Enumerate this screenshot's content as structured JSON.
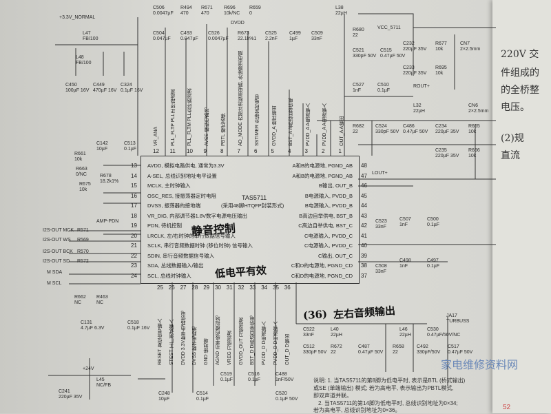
{
  "chip": {
    "name": "TAS5711",
    "package": "(采用48脚HTQFP封装形式)"
  },
  "left_pins": [
    {
      "n": "13",
      "label": "AVDD, 模拟电路供电, 通常为3.3V"
    },
    {
      "n": "14",
      "label": "A-SEL, 总线识别地址电平设置"
    },
    {
      "n": "15",
      "label": "MCLK, 主时钟输入"
    },
    {
      "n": "16",
      "label": "OSC_RES, 接振荡器定时电阻"
    },
    {
      "n": "17",
      "label": "DVSS, 振荡器的接地端"
    },
    {
      "n": "18",
      "label": "VR_DIG, 内部调节器1.8V数字电源电压输出"
    },
    {
      "n": "19",
      "label": "PDN, 待机控制"
    },
    {
      "n": "20",
      "label": "LRCLK, 左/右时钟的串行数据信号输入"
    },
    {
      "n": "21",
      "label": "SCLK, 串行音频数据时钟 (移位时钟) 信号输入"
    },
    {
      "n": "22",
      "label": "SDIN, 串行音频数据信号输入"
    },
    {
      "n": "23",
      "label": "SDA, 总线数据输入/输出"
    },
    {
      "n": "24",
      "label": "SCL, 总线时钟输入"
    }
  ],
  "right_pins": [
    {
      "n": "48",
      "label": "A和B的电源地, PGND_AB"
    },
    {
      "n": "47",
      "label": "A和B的电源地, PGND_AB"
    },
    {
      "n": "46",
      "label": "B输出, OUT_B"
    },
    {
      "n": "45",
      "label": "B电源输入, PVDD_B"
    },
    {
      "n": "44",
      "label": "B电源输入, PVDD_B"
    },
    {
      "n": "43",
      "label": "B高边自举供电, BST_B"
    },
    {
      "n": "42",
      "label": "C高边自举供电, BST_C"
    },
    {
      "n": "41",
      "label": "C电源输入, PVDD_C"
    },
    {
      "n": "40",
      "label": "C电源输入, PVDD_C"
    },
    {
      "n": "39",
      "label": "C输出, OUT_C"
    },
    {
      "n": "38",
      "label": "C和D的电源地, PGND_CD"
    },
    {
      "n": "37",
      "label": "C和D的电源地, PGND_CD"
    }
  ],
  "top_pins": [
    {
      "n": "12",
      "label": "VR_ANA"
    },
    {
      "n": "11",
      "label": "PLL_FLTP  PLL正环路滤波"
    },
    {
      "n": "10",
      "label": "PLL_FLTM  PLL负环路滤波"
    },
    {
      "n": "9",
      "label": "AVSS  模拟电路地"
    },
    {
      "n": "8",
      "label": "PBTL  模式选择"
    },
    {
      "n": "7",
      "label": "AD_MODE  内部过流检测电路, 外接限流电阻"
    },
    {
      "n": "6",
      "label": "SSTIMER  外接定时电容"
    },
    {
      "n": "5",
      "label": "GVDD_A  稳压输出"
    },
    {
      "n": "4",
      "label": "BST_A  A高边自举供电"
    },
    {
      "n": "3",
      "label": "PVDD_A  A电源输入"
    },
    {
      "n": "2",
      "label": "PVDD_A  A电源输入"
    },
    {
      "n": "1",
      "label": "OUT_A  A输出"
    }
  ],
  "bottom_pins": [
    {
      "n": "25",
      "label": "RESET  复位信号输入"
    },
    {
      "n": "26",
      "label": "STEST  工厂测试输入"
    },
    {
      "n": "27",
      "label": "DVDD  3.3V数字电路供电"
    },
    {
      "n": "28",
      "label": "DVSS  数字电路地"
    },
    {
      "n": "29",
      "label": "GND  接地端"
    },
    {
      "n": "30",
      "label": "AGND  功率级的模拟地"
    },
    {
      "n": "31",
      "label": "VREG  习惯滤波"
    },
    {
      "n": "32",
      "label": "GVDD_OUT  习惯滤波"
    },
    {
      "n": "33",
      "label": "BST_D  D高边自举供电"
    },
    {
      "n": "34",
      "label": "PVDD_D  D电源输入"
    },
    {
      "n": "35",
      "label": "PVDD_D  D电源输入"
    },
    {
      "n": "36",
      "label": "OUT_D  D输出"
    }
  ],
  "components": [
    {
      "ref": "+3.3V_NORMAL",
      "val": ""
    },
    {
      "ref": "L47",
      "val": "FB/100"
    },
    {
      "ref": "L48",
      "val": "FB/100"
    },
    {
      "ref": "C450",
      "val": "100µF 16V"
    },
    {
      "ref": "C449",
      "val": "470µF 16V"
    },
    {
      "ref": "C324",
      "val": "0.1µF 16V"
    },
    {
      "ref": "C506",
      "val": "0.0047µF"
    },
    {
      "ref": "R494",
      "val": "470"
    },
    {
      "ref": "C504",
      "val": "0.047µF"
    },
    {
      "ref": "R671",
      "val": "470"
    },
    {
      "ref": "C493",
      "val": "0.047µF"
    },
    {
      "ref": "C526",
      "val": "0.0047µF"
    },
    {
      "ref": "R696",
      "val": "10k/NC"
    },
    {
      "ref": "R659",
      "val": "0"
    },
    {
      "ref": "R673",
      "val": "22.1k%1"
    },
    {
      "ref": "C525",
      "val": "2.2nF"
    },
    {
      "ref": "C499",
      "val": "1µF"
    },
    {
      "ref": "C509",
      "val": "33nF"
    },
    {
      "ref": "L38",
      "val": "22µH"
    },
    {
      "ref": "R680",
      "val": "22"
    },
    {
      "ref": "C521",
      "val": "330pF 50V"
    },
    {
      "ref": "C515",
      "val": "0.47µF 50V"
    },
    {
      "ref": "C232",
      "val": "220µF 35V"
    },
    {
      "ref": "C233",
      "val": "220µF 35V"
    },
    {
      "ref": "R677",
      "val": "10k"
    },
    {
      "ref": "R695",
      "val": "10k"
    },
    {
      "ref": "CN7",
      "val": "2×2.5mm"
    },
    {
      "ref": "CN6",
      "val": "2×2.5mm"
    },
    {
      "ref": "C527",
      "val": "1nF"
    },
    {
      "ref": "C510",
      "val": "0.1µF"
    },
    {
      "ref": "L32",
      "val": "22µH"
    },
    {
      "ref": "R682",
      "val": "22"
    },
    {
      "ref": "C524",
      "val": "330pF 50V"
    },
    {
      "ref": "C486",
      "val": "0.47µF 50V"
    },
    {
      "ref": "C234",
      "val": "220µF 35V"
    },
    {
      "ref": "C235",
      "val": "220µF 35V"
    },
    {
      "ref": "R665",
      "val": "10k"
    },
    {
      "ref": "R666",
      "val": "10k"
    },
    {
      "ref": "C142",
      "val": "10µF"
    },
    {
      "ref": "C513",
      "val": "0.1µF"
    },
    {
      "ref": "R661",
      "val": "10k"
    },
    {
      "ref": "R663",
      "val": "0/NC"
    },
    {
      "ref": "R678",
      "val": "18.2k1%"
    },
    {
      "ref": "R675",
      "val": "10k"
    },
    {
      "ref": "C523",
      "val": "33nF"
    },
    {
      "ref": "C507",
      "val": "1nF"
    },
    {
      "ref": "C500",
      "val": "0.1µF"
    },
    {
      "ref": "C508",
      "val": "33nF"
    },
    {
      "ref": "C498",
      "val": "1nF"
    },
    {
      "ref": "C497",
      "val": "0.1µF"
    },
    {
      "ref": "R662",
      "val": "NC"
    },
    {
      "ref": "R463",
      "val": "NC"
    },
    {
      "ref": "C131",
      "val": "4.7µF 6.3V"
    },
    {
      "ref": "C518",
      "val": "0.1µF 16V"
    },
    {
      "ref": "L45",
      "val": "NC/FB"
    },
    {
      "ref": "C241",
      "val": "220µF 35V"
    },
    {
      "ref": "C248",
      "val": "10µF"
    },
    {
      "ref": "C514",
      "val": "0.1µF"
    },
    {
      "ref": "C519",
      "val": "0.1µF"
    },
    {
      "ref": "C516",
      "val": "0.1µF"
    },
    {
      "ref": "C488",
      "val": "1nF/50V"
    },
    {
      "ref": "C520",
      "val": "0.1µF 50V"
    },
    {
      "ref": "C522",
      "val": "33nF"
    },
    {
      "ref": "L40",
      "val": "22µH"
    },
    {
      "ref": "R672",
      "val": "22"
    },
    {
      "ref": "C512",
      "val": "330pF 50V"
    },
    {
      "ref": "C487",
      "val": "0.47µF 50V"
    },
    {
      "ref": "L46",
      "val": "22µH"
    },
    {
      "ref": "R658",
      "val": "22"
    },
    {
      "ref": "C492",
      "val": "330pF/50V"
    },
    {
      "ref": "C517",
      "val": "0.47µF 50V"
    },
    {
      "ref": "C530",
      "val": "0.47µF/50V/NC"
    },
    {
      "ref": "JA17",
      "val": "TURBUSS"
    }
  ],
  "nets": {
    "dvdd": "DVDD",
    "vcc": "VCC_5711",
    "p24": "+24V",
    "rout": "ROUT+",
    "lout": "LOUT+",
    "amp_pdn": "AMP-PDN",
    "i2s_mck": "I2S-OUT MCK",
    "i2s_ws": "I2S-OUT WS",
    "i2s_bck": "I2S-OUT BCK",
    "i2s_sd": "I2S-OUT SD",
    "m_sda": "M SDA",
    "m_scl": "M SCL",
    "r571": "R571",
    "r569": "R569",
    "r570": "R570",
    "r572": "R572"
  },
  "handwritten": {
    "mute": "静音控制",
    "low_active": "低电平有效",
    "pin36": "(36)",
    "left_right": "左右音频输出"
  },
  "note": [
    "说明: 1. 当TAS5711的第8脚为低电平时, 表示是BTL (桥式输出)",
    "或SE (单端输出) 模式; 若为高电平, 表示输出为PBTL模式,",
    "即双声道并联。",
    "2. 当TAS5711的第14脚为低电平时, 总线识别地址为0×34;",
    "若为高电平, 总线识别地址为0×36。"
  ],
  "watermark": "家电维修资料网",
  "page_number": "52",
  "right_page": [
    "220V 交",
    "件组成的",
    "的全桥整",
    "电压。",
    "(2)规",
    "直流"
  ]
}
